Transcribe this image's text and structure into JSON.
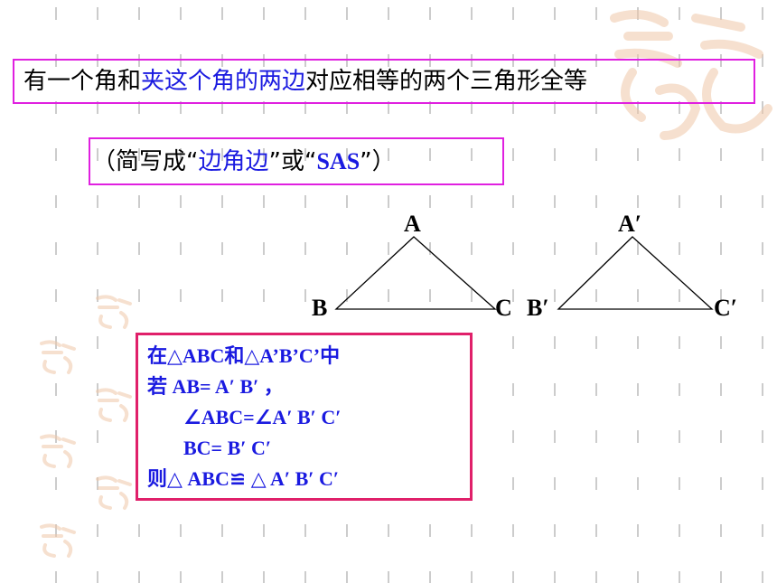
{
  "theorem": {
    "prefix": "有一个角和",
    "highlight": "夹这个角的两边",
    "suffix": "对应相等的两个三角形全等"
  },
  "abbreviation": {
    "open": "（简写成“",
    "chinese": "边角边",
    "middle": "”或“",
    "english": "SAS",
    "close": "”）"
  },
  "triangle1": {
    "apex": "A",
    "left": "B",
    "right": "C"
  },
  "triangle2": {
    "apex": "A′",
    "left": "B′",
    "right": "C′"
  },
  "proof": {
    "line1": "在△ABC和△A’B’C’中",
    "line2": "若  AB= A′ B′ ，",
    "line3": "∠ABC=∠A′ B′ C′",
    "line4": "BC=  B′ C′",
    "line5": "则△ ABC≌  △  A′ B′ C′"
  },
  "colors": {
    "highlight": "#1a1ae0",
    "frame": "#e020e0",
    "proof_frame": "#e0206a",
    "seal": "#f0c8a8"
  }
}
